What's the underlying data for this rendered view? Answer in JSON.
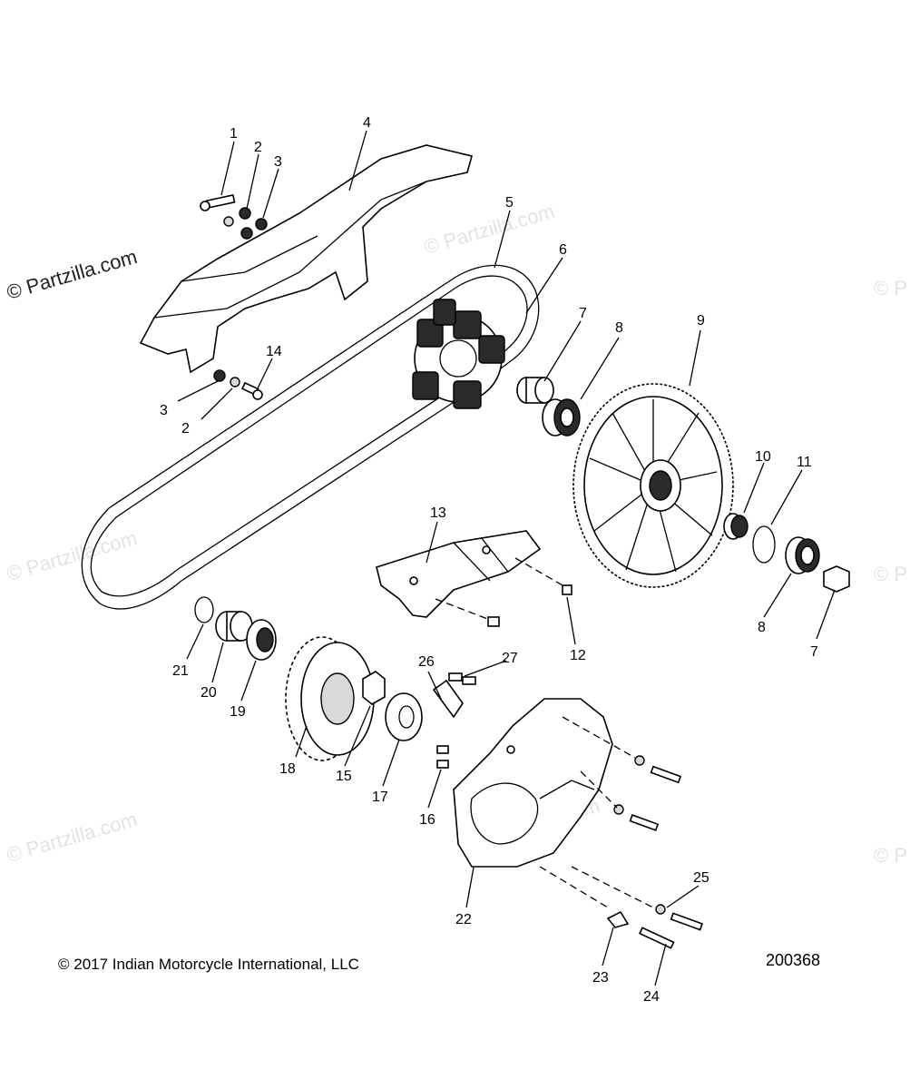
{
  "watermark": {
    "main": "© Partzilla.com",
    "faint": "© Partzilla.com",
    "faint_partial": "© P"
  },
  "footer": {
    "copyright": "© 2017 Indian Motorcycle International, LLC",
    "diagram_id": "200368"
  },
  "callouts": [
    "1",
    "2",
    "3",
    "4",
    "5",
    "6",
    "7",
    "8",
    "9",
    "10",
    "11",
    "3",
    "2",
    "14",
    "13",
    "12",
    "8",
    "7",
    "21",
    "20",
    "19",
    "18",
    "15",
    "26",
    "27",
    "17",
    "16",
    "22",
    "25",
    "23",
    "24"
  ]
}
